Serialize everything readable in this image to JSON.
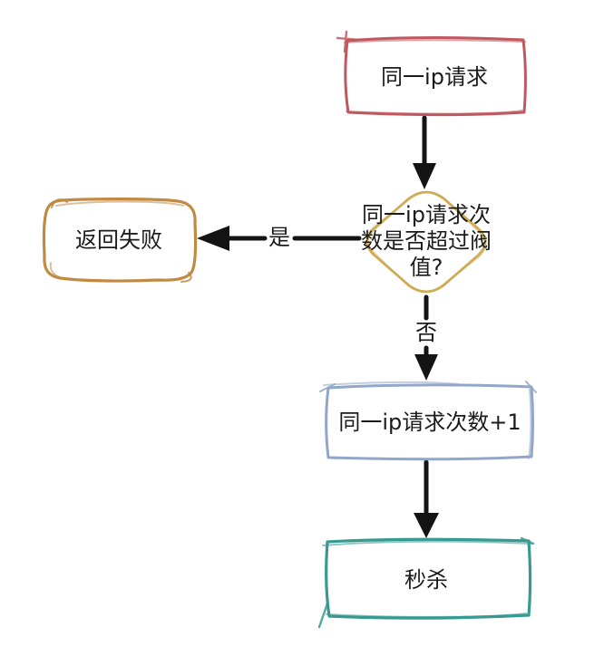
{
  "canvas": {
    "background": "#ffffff"
  },
  "colors": {
    "red_border": "#bf5960",
    "red_fill": "#f3bcc0",
    "gold_border": "#cfac55",
    "gold_fill": "#e9d08e",
    "orange_border": "#c08a43",
    "orange_fill": "#f2cfa0",
    "blue_border": "#91a6c9",
    "blue_fill": "#d6deee",
    "teal_border": "#37998f",
    "teal_fill": "#b2e0d8",
    "arrow": "#141414",
    "text": "#1b1b1b"
  },
  "nodes": {
    "start": {
      "label": "同一ip请求",
      "shape": "rectangle",
      "color": "red"
    },
    "decision": {
      "lines": [
        "同一ip请求次",
        "数是否超过阀",
        "值?"
      ],
      "text": "同一ip请求次数是否超过阀值?",
      "shape": "diamond",
      "color": "gold"
    },
    "return_fail": {
      "label": "返回失败",
      "shape": "rounded-rectangle",
      "color": "orange"
    },
    "increment": {
      "label": "同一ip请求次数+1",
      "shape": "rectangle",
      "color": "blue"
    },
    "seckill": {
      "label": "秒杀",
      "shape": "rectangle",
      "color": "teal"
    }
  },
  "edges": [
    {
      "from": "start",
      "to": "decision"
    },
    {
      "from": "decision",
      "to": "return_fail",
      "label": "是"
    },
    {
      "from": "decision",
      "to": "increment",
      "label": "否"
    },
    {
      "from": "increment",
      "to": "seckill"
    }
  ]
}
